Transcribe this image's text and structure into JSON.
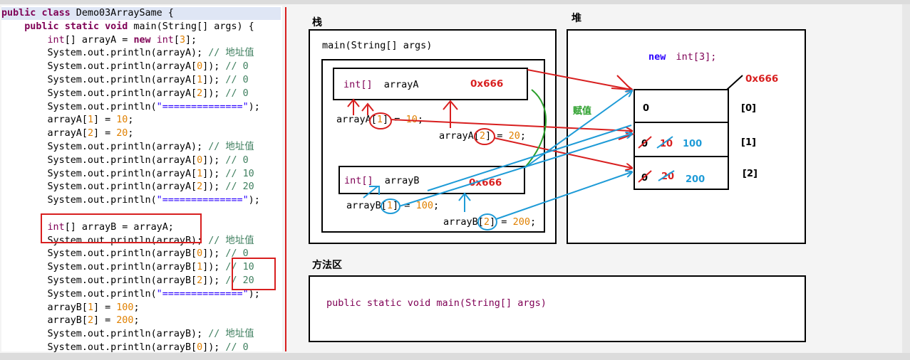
{
  "code": {
    "lines": [
      "public class Demo03ArraySame {",
      "    public static void main(String[] args) {",
      "        int[] arrayA = new int[3];",
      "        System.out.println(arrayA); // 地址值",
      "        System.out.println(arrayA[0]); // 0",
      "        System.out.println(arrayA[1]); // 0",
      "        System.out.println(arrayA[2]); // 0",
      "        System.out.println(\"==============\");",
      "        arrayA[1] = 10;",
      "        arrayA[2] = 20;",
      "        System.out.println(arrayA); // 地址值",
      "        System.out.println(arrayA[0]); // 0",
      "        System.out.println(arrayA[1]); // 10",
      "        System.out.println(arrayA[2]); // 20",
      "        System.out.println(\"==============\");",
      "",
      "        int[] arrayB = arrayA;",
      "        System.out.println(arrayB); // 地址值",
      "        System.out.println(arrayB[0]); // 0",
      "        System.out.println(arrayB[1]); // 10",
      "        System.out.println(arrayB[2]); // 20",
      "        System.out.println(\"==============\");",
      "        arrayB[1] = 100;",
      "        arrayB[2] = 200;",
      "        System.out.println(arrayB); // 地址值",
      "        System.out.println(arrayB[0]); // 0"
    ]
  },
  "diagram": {
    "stack_title": "栈",
    "heap_title": "堆",
    "method_area_title": "方法区",
    "main_frame_label": "main(String[] args)",
    "method_area_content": "public static void main(String[] args)",
    "var_a": {
      "type": "int[]",
      "name": "arrayA",
      "value": "0x666"
    },
    "var_b": {
      "type": "int[]",
      "name": "arrayB",
      "value": "0x666"
    },
    "stmt_a1": {
      "prefix": "arrayA[",
      "index": "1",
      "suffix": "] = ",
      "value": "10",
      "end": ";"
    },
    "stmt_a2": {
      "prefix": "arrayA[",
      "index": "2",
      "suffix": "] = ",
      "value": "20",
      "end": ";"
    },
    "stmt_b1": {
      "prefix": "arrayB[",
      "index": "1",
      "suffix": "] = ",
      "value": "100",
      "end": ";"
    },
    "stmt_b2": {
      "prefix": "arrayB[",
      "index": "2",
      "suffix": "] = ",
      "value": "200",
      "end": ";"
    },
    "heap": {
      "new_kw": "new",
      "new_type": "int[3];",
      "address": "0x666",
      "assign_label": "赋值",
      "cells": [
        {
          "index": "[0]",
          "values": [
            "0"
          ]
        },
        {
          "index": "[1]",
          "values": [
            "0",
            "10",
            "100"
          ]
        },
        {
          "index": "[2]",
          "values": [
            "0",
            "20",
            "200"
          ]
        }
      ]
    }
  },
  "colors": {
    "red": "#d81f1f",
    "blue": "#1e9bd7",
    "green": "#2ca02c",
    "purple": "#7f0055",
    "orange": "#e08000"
  }
}
